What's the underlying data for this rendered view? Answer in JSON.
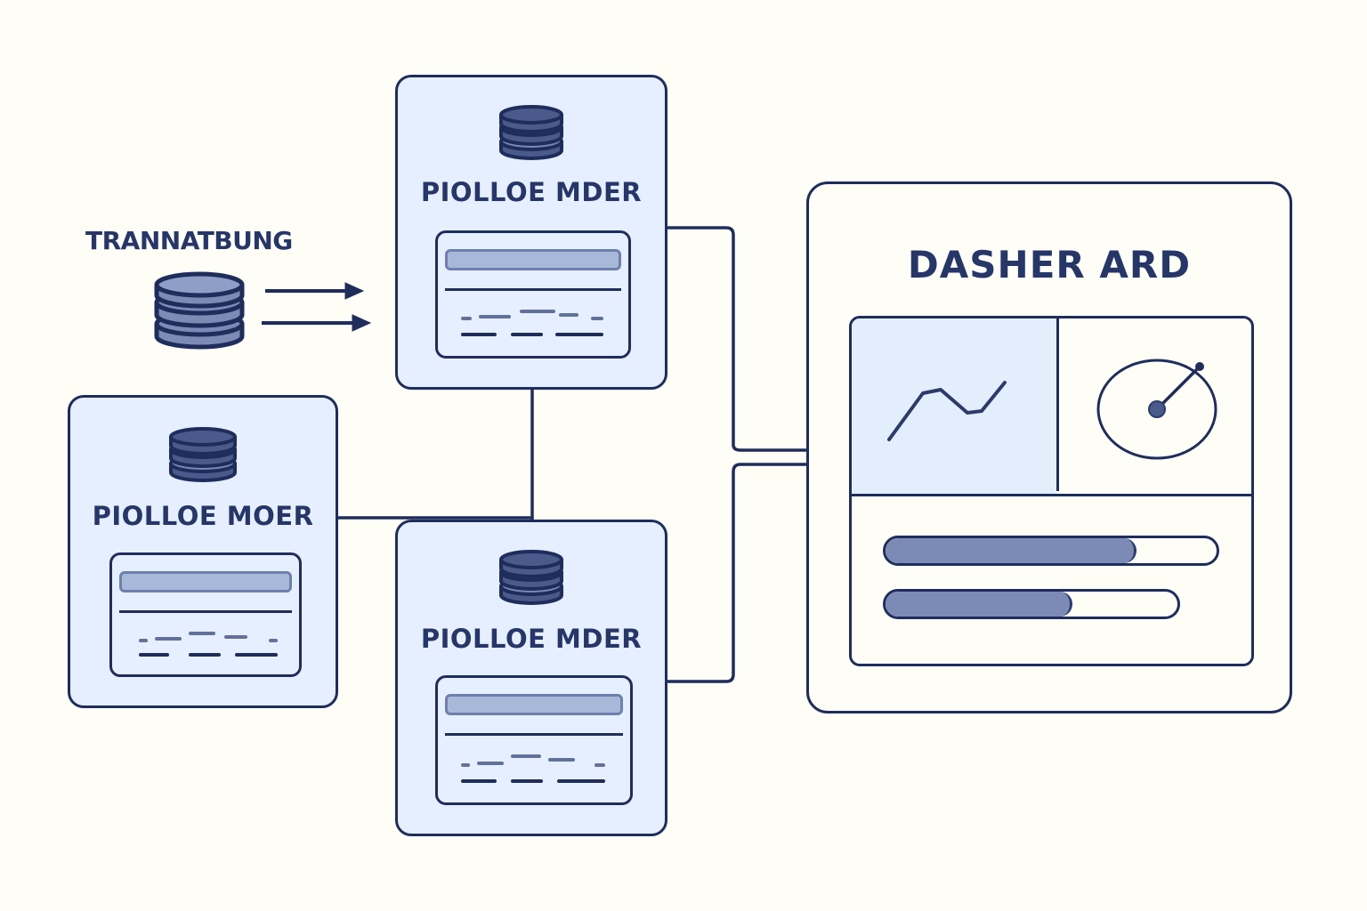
{
  "colors": {
    "background": "#fefef6",
    "stroke": "#1f2d5c",
    "node_fill": "#e6efff",
    "accent_fill": "#7b8bb5"
  },
  "source": {
    "label": "TRANNATBUNG",
    "icon": "database-icon",
    "arrows": 2
  },
  "nodes": [
    {
      "id": "node-top",
      "title": "PIOLLOE MDER",
      "icon": "database-icon"
    },
    {
      "id": "node-left",
      "title": "PIOLLOE MOER",
      "icon": "database-icon"
    },
    {
      "id": "node-bottom",
      "title": "PIOLLOE MDER",
      "icon": "database-icon"
    }
  ],
  "dashboard": {
    "title": "DASHER ARD",
    "line_chart_icon": "line-chart-icon",
    "gauge_icon": "gauge-icon",
    "progress_bars": [
      {
        "name": "progress-1",
        "value": 0.75
      },
      {
        "name": "progress-2",
        "value": 0.63
      }
    ]
  }
}
